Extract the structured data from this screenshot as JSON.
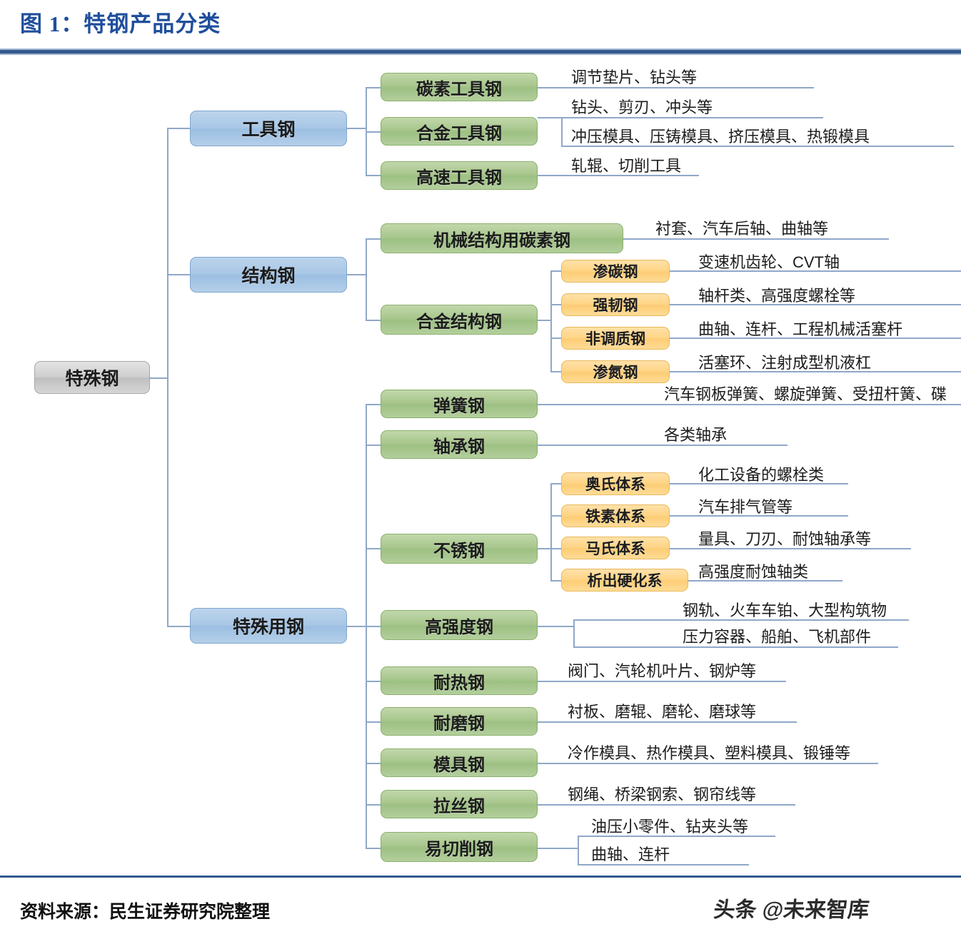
{
  "figure": {
    "title": "图 1：特钢产品分类",
    "source": "资料来源：民生证券研究院整理",
    "watermark": "头条 @未来智库"
  },
  "colors": {
    "title": "#1f4e9c",
    "rule": "#34598e",
    "root_node": "#cfcfcf",
    "category_node": "#a8c7e6",
    "type_node": "#a7c68c",
    "subtype_node": "#ffd587",
    "connector": "#8fa8c8"
  },
  "tree": {
    "root": "特殊钢",
    "branches": [
      {
        "name": "工具钢",
        "children": [
          {
            "name": "碳素工具钢",
            "uses": [
              "调节垫片、钻头等"
            ]
          },
          {
            "name": "合金工具钢",
            "uses": [
              "钻头、剪刃、冲头等",
              "冲压模具、压铸模具、挤压模具、热锻模具"
            ]
          },
          {
            "name": "高速工具钢",
            "uses": [
              "轧辊、切削工具"
            ]
          }
        ]
      },
      {
        "name": "结构钢",
        "children": [
          {
            "name": "机械结构用碳素钢",
            "uses": [
              "衬套、汽车后轴、曲轴等"
            ]
          },
          {
            "name": "合金结构钢",
            "subtypes": [
              {
                "name": "渗碳钢",
                "uses": [
                  "变速机齿轮、CVT轴"
                ]
              },
              {
                "name": "强韧钢",
                "uses": [
                  "轴杆类、高强度螺栓等"
                ]
              },
              {
                "name": "非调质钢",
                "uses": [
                  "曲轴、连杆、工程机械活塞杆"
                ]
              },
              {
                "name": "渗氮钢",
                "uses": [
                  "活塞环、注射成型机液杠"
                ]
              }
            ]
          }
        ]
      },
      {
        "name": "特殊用钢",
        "children": [
          {
            "name": "弹簧钢",
            "uses": [
              "汽车钢板弹簧、螺旋弹簧、受扭杆簧、碟"
            ]
          },
          {
            "name": "轴承钢",
            "uses": [
              "各类轴承"
            ]
          },
          {
            "name": "不锈钢",
            "subtypes": [
              {
                "name": "奥氏体系",
                "uses": [
                  "化工设备的螺栓类"
                ]
              },
              {
                "name": "铁素体系",
                "uses": [
                  "汽车排气管等"
                ]
              },
              {
                "name": "马氏体系",
                "uses": [
                  "量具、刀刃、耐蚀轴承等"
                ]
              },
              {
                "name": "析出硬化系",
                "uses": [
                  "高强度耐蚀轴类"
                ]
              }
            ]
          },
          {
            "name": "高强度钢",
            "uses": [
              "钢轨、火车车铂、大型构筑物",
              "压力容器、船舶、飞机部件"
            ]
          },
          {
            "name": "耐热钢",
            "uses": [
              "阀门、汽轮机叶片、钢炉等"
            ]
          },
          {
            "name": "耐磨钢",
            "uses": [
              "衬板、磨辊、磨轮、磨球等"
            ]
          },
          {
            "name": "模具钢",
            "uses": [
              "冷作模具、热作模具、塑料模具、锻锤等"
            ]
          },
          {
            "name": "拉丝钢",
            "uses": [
              "钢绳、桥梁钢索、钢帘线等"
            ]
          },
          {
            "name": "易切削钢",
            "uses": [
              "油压小零件、钻夹头等",
              "曲轴、连杆"
            ]
          }
        ]
      }
    ]
  }
}
